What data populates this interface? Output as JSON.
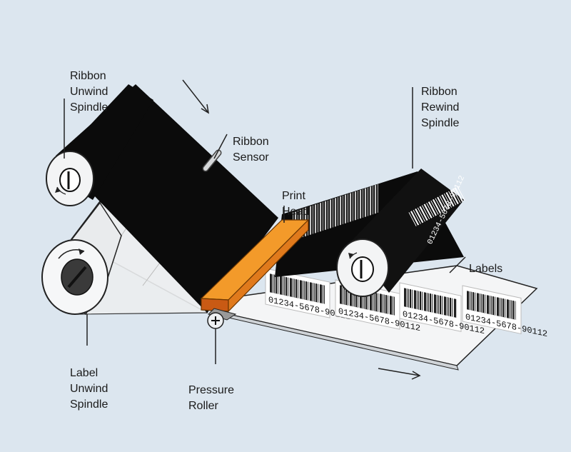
{
  "labels": {
    "ribbon_unwind": [
      "Ribbon",
      "Unwind",
      "Spindle"
    ],
    "ribbon_rewind": [
      "Ribbon",
      "Rewind",
      "Spindle"
    ],
    "ribbon_sensor": [
      "Ribbon",
      "Sensor"
    ],
    "print_head": [
      "Print",
      "Head"
    ],
    "labels_text": "Labels",
    "label_unwind": [
      "Label",
      "Unwind",
      "Spindle"
    ],
    "pressure_roller": [
      "Pressure",
      "Roller"
    ]
  },
  "barcode_text": "01234-5678-90112",
  "colors": {
    "background": "#dce6ef",
    "ribbon": "#0b0b0b",
    "print_head": "#f39a2a",
    "label_stock": "#f4f5f6"
  }
}
